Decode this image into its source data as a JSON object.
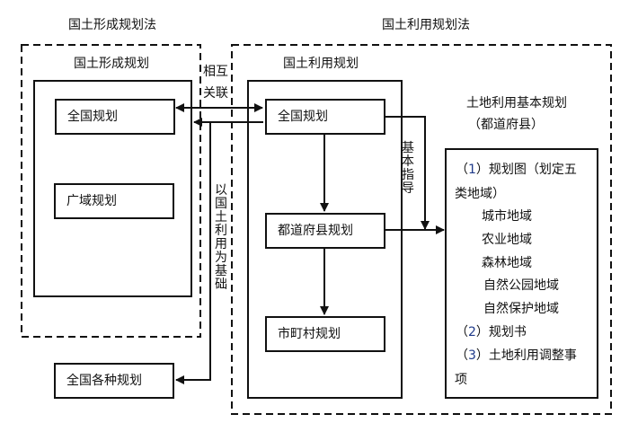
{
  "titles": {
    "left_law": "国土形成规划法",
    "right_law": "国土利用规划法"
  },
  "left_group": {
    "title": "国土形成规划",
    "national": "全国规划",
    "regional": "广域规划"
  },
  "middle_group": {
    "title": "国土利用规划",
    "national": "全国规划",
    "prefecture": "都道府县规划",
    "municipal": "市町村规划"
  },
  "other_box": "全国各种规划",
  "connectors": {
    "mutual": [
      "相互",
      "关联"
    ],
    "basis": "以国土利用为基础",
    "guidance": "基本指导"
  },
  "basic_plan": {
    "title": "土地利用基本规划",
    "subtitle": "（都道府县）",
    "items": [
      {
        "prefix": "（",
        "num": "1",
        "suffix": "）规划图（划定五",
        "indent": false
      },
      {
        "text": "类地域）",
        "indent": false
      },
      {
        "text": "城市地域",
        "indent": true
      },
      {
        "text": "农业地域",
        "indent": true
      },
      {
        "text": "森林地域",
        "indent": true
      },
      {
        "text": "自然公园地域",
        "indent": true
      },
      {
        "text": "自然保护地域",
        "indent": true
      },
      {
        "prefix": "（",
        "num": "2",
        "suffix": "）规划书",
        "indent": false
      },
      {
        "prefix": "（",
        "num": "3",
        "suffix": "）土地利用调整事",
        "indent": false
      },
      {
        "text": "项",
        "indent": false
      }
    ]
  }
}
